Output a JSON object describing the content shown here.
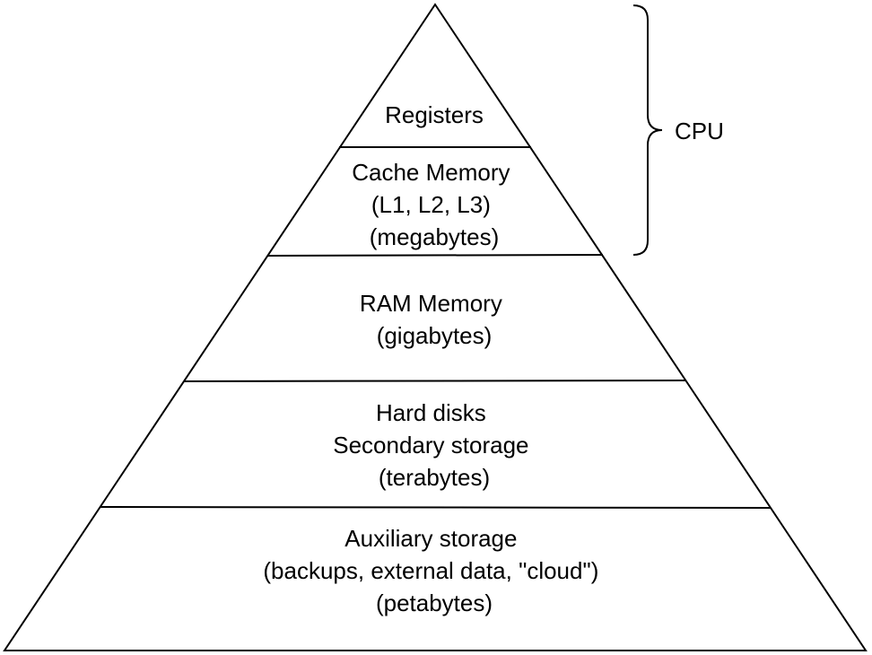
{
  "pyramid": {
    "levels": [
      {
        "id": "registers",
        "lines": [
          "Registers"
        ]
      },
      {
        "id": "cache",
        "lines": [
          "Cache Memory",
          "(L1, L2, L3)",
          "(megabytes)"
        ]
      },
      {
        "id": "ram",
        "lines": [
          "RAM Memory",
          "(gigabytes)"
        ]
      },
      {
        "id": "hard-disks",
        "lines": [
          "Hard disks",
          "Secondary storage",
          "(terabytes)"
        ]
      },
      {
        "id": "auxiliary",
        "lines": [
          "Auxiliary storage",
          "(backups, external data, \"cloud\")",
          "(petabytes)"
        ]
      }
    ]
  },
  "bracket": {
    "label": "CPU",
    "spans_levels": [
      "registers",
      "cache"
    ]
  },
  "colors": {
    "stroke": "#000000",
    "background": "#ffffff"
  }
}
